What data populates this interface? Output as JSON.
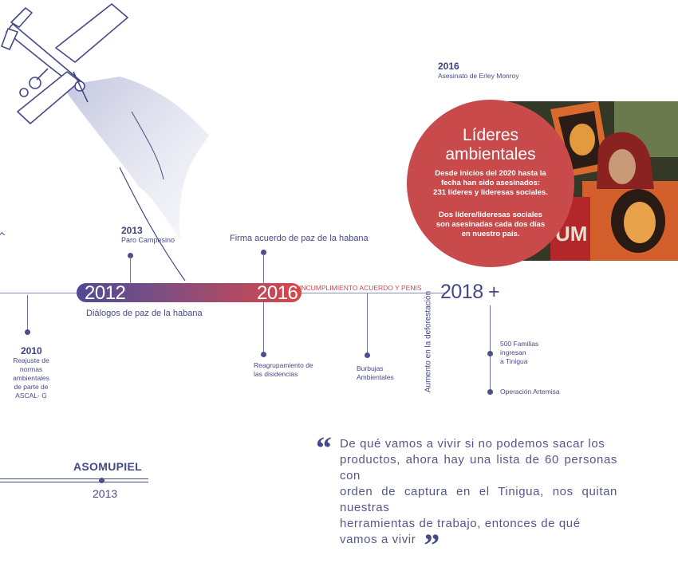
{
  "timeline": {
    "bar_start_year": "2012",
    "bar_end_year": "2016",
    "bar_caption": "Diálogos de paz de la habana",
    "incumplimiento": "INCUMPLIMIENTO ACUERDO Y PENIS",
    "year_2018": "2018 +",
    "deforestacion": "Aumento en la deforestación"
  },
  "events": {
    "e2010_year": "2010",
    "e2010_text": [
      "Reajuste de",
      "normas",
      "ambientales",
      "de parte de",
      "ASCAL- G"
    ],
    "e2013_year": "2013",
    "e2013_text": "Paro Campesino",
    "firma": "Firma acuerdo de paz de la habana",
    "reagrupamiento": [
      "Reagrupamiento de",
      "las disidencias"
    ],
    "burbujas": [
      "Burbujas",
      "Ambientales"
    ],
    "familias": [
      "500 Familias",
      "ingresan",
      "a Tinigua"
    ],
    "artemisa": "Operación Artemisa",
    "e2016_year": "2016",
    "e2016_text": "Asesinato de Erley Monroy"
  },
  "circle": {
    "title_line1": "Líderes",
    "title_line2": "ambientales",
    "p1": [
      "Desde inicios del 2020 hasta la",
      "fecha han sido asesinados:",
      "231 líderes y lideresas sociales."
    ],
    "p2": [
      "Dos lídere/lideresas sociales",
      "son asesinadas cada dos días",
      "en nuestro país."
    ]
  },
  "asomupiel": {
    "name": "ASOMUPIEL",
    "year": "2013"
  },
  "quote": {
    "lines": [
      "De qué vamos a vivir si no podemos sacar los",
      "productos, ahora hay una lista de 60 personas con",
      "orden de captura en el Tinigua, nos quitan nuestras",
      "herramientas de trabajo, entonces de qué",
      "vamos a vivir"
    ]
  },
  "colors": {
    "navy": "#454a86",
    "red": "#c84a4a",
    "bar_gradient": [
      "#4f4a92",
      "#d9474a"
    ]
  },
  "icons": {
    "airplane": "airplane-icon",
    "quote_open": "quote-open-icon",
    "quote_close": "quote-close-icon"
  }
}
